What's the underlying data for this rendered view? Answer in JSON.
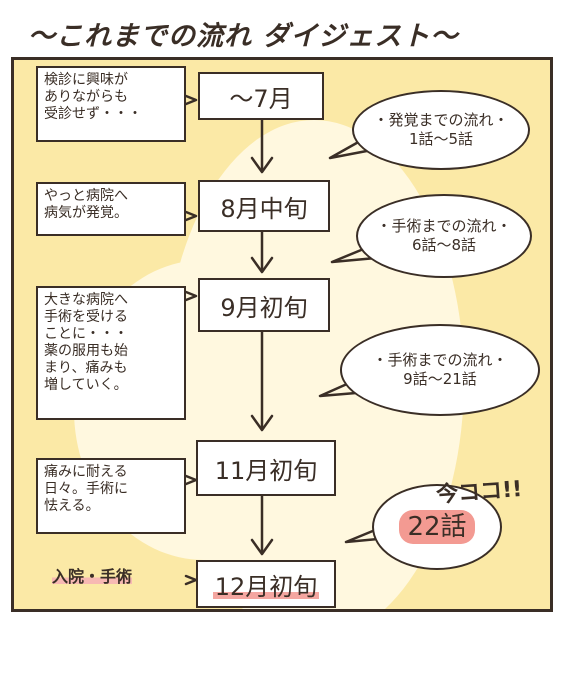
{
  "title": "～これまでの流れ ダイジェスト～",
  "timeline": [
    {
      "period": "～7月"
    },
    {
      "period": "8月中旬"
    },
    {
      "period": "9月初旬"
    },
    {
      "period": "11月初旬"
    },
    {
      "period": "12月初旬"
    }
  ],
  "notes": [
    {
      "lines": [
        "検診に興味が",
        "ありながらも",
        "受診せず・・・"
      ]
    },
    {
      "lines": [
        "やっと病院へ",
        "病気が発覚。"
      ]
    },
    {
      "lines": [
        "大きな病院へ",
        "手術を受ける",
        "ことに・・・",
        "薬の服用も始",
        "まり、痛みも",
        "増していく。"
      ]
    },
    {
      "lines": [
        "痛みに耐える",
        "日々。手術に",
        "怯える。"
      ]
    },
    {
      "lines": [
        "入院・手術"
      ]
    }
  ],
  "speech": [
    {
      "lines": [
        "・発覚までの流れ・",
        "1話～5話"
      ]
    },
    {
      "lines": [
        "・手術までの流れ・",
        "6話～8話"
      ]
    },
    {
      "lines": [
        "・手術までの流れ・",
        "9話～21話"
      ]
    }
  ],
  "current": {
    "label": "今ココ!!",
    "episode": "22話"
  },
  "colors": {
    "panel_bg": "#fbe9a6",
    "line": "#3a2e26",
    "highlight": "#f39a92"
  }
}
